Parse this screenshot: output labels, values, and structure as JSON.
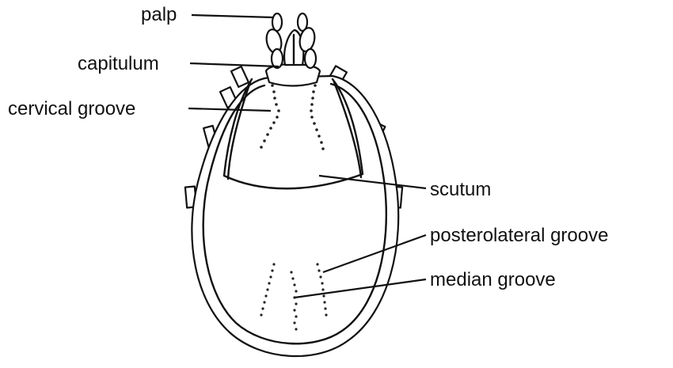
{
  "figure": {
    "labels": {
      "palp": "palp",
      "capitulum": "capitulum",
      "cervical_groove": "cervical groove",
      "scutum": "scutum",
      "posterolateral_groove": "posterolateral groove",
      "median_groove": "median groove"
    }
  }
}
